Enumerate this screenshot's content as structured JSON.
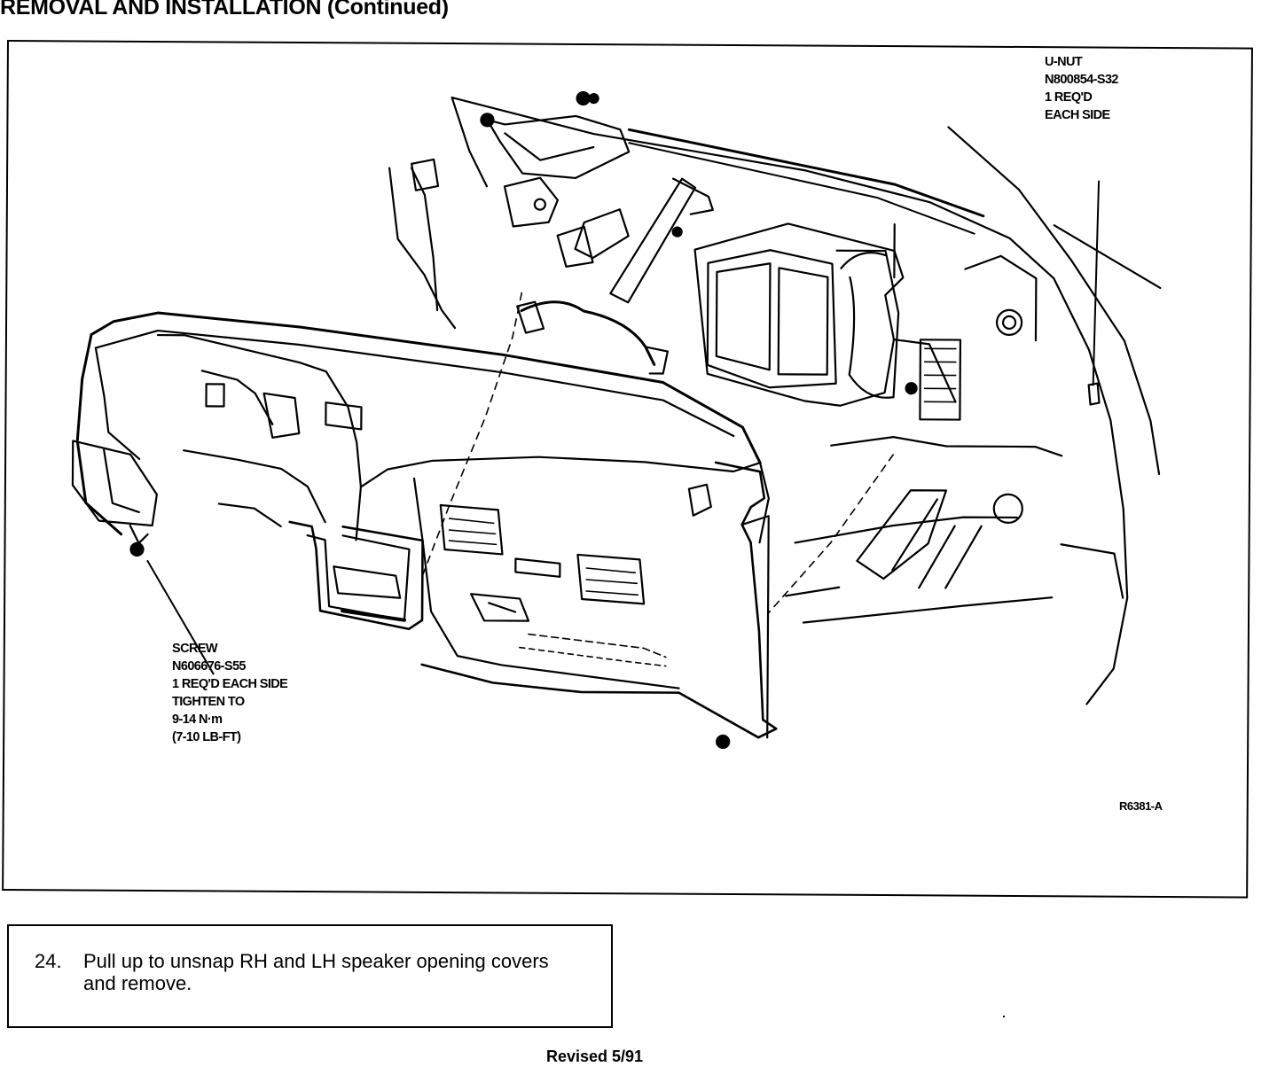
{
  "page": {
    "title": "REMOVAL AND INSTALLATION (Continued)",
    "footer": "Revised 5/91"
  },
  "figure": {
    "id": "R6381-A",
    "callouts": {
      "unut": {
        "lines": [
          "U-NUT",
          "N800854-S32",
          "1 REQ'D",
          "EACH SIDE"
        ]
      },
      "screw": {
        "lines": [
          "SCREW",
          "N606676-S55",
          "1 REQ'D EACH SIDE",
          "TIGHTEN TO",
          "9-14 N·m",
          "(7-10 LB-FT)"
        ]
      }
    }
  },
  "step": {
    "number": "24.",
    "text": "Pull up to unsnap RH and LH speaker opening covers and remove."
  }
}
